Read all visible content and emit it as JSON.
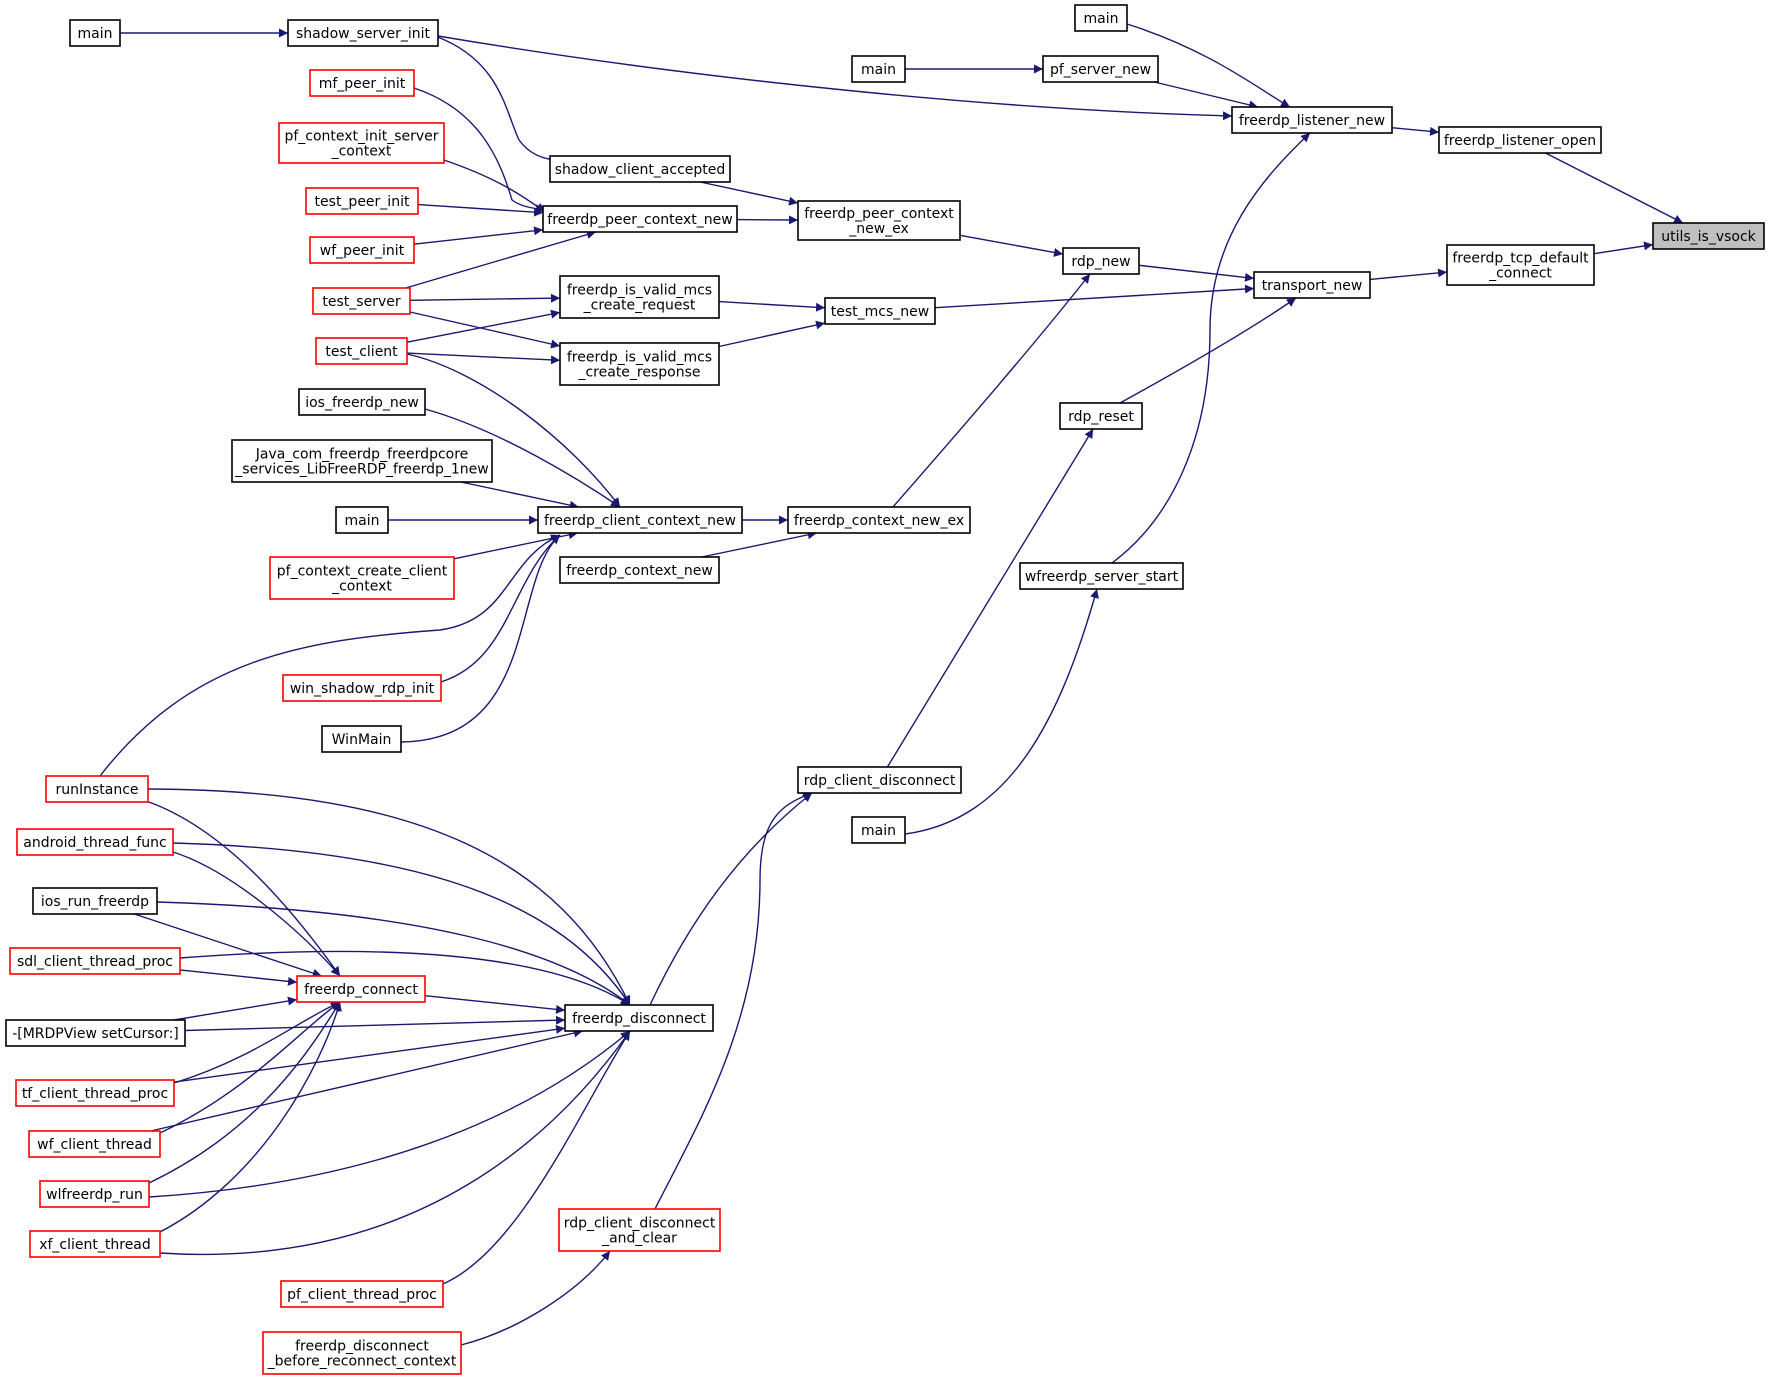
{
  "colors": {
    "edge": "#191970",
    "border_default": "#000000",
    "border_truncated": "#ff0000",
    "fill_default": "#ffffff",
    "fill_root": "#bfbfbf",
    "text": "#000000"
  },
  "nodes": [
    {
      "id": "main_a",
      "lines": [
        "main"
      ],
      "style": "black"
    },
    {
      "id": "shadow_server_init",
      "lines": [
        "shadow_server_init"
      ],
      "style": "black"
    },
    {
      "id": "mf_peer_init",
      "lines": [
        "mf_peer_init"
      ],
      "style": "red"
    },
    {
      "id": "pf_context_init_server_context",
      "lines": [
        "pf_context_init_server",
        "_context"
      ],
      "style": "red"
    },
    {
      "id": "test_peer_init",
      "lines": [
        "test_peer_init"
      ],
      "style": "red"
    },
    {
      "id": "wf_peer_init",
      "lines": [
        "wf_peer_init"
      ],
      "style": "red"
    },
    {
      "id": "test_server",
      "lines": [
        "test_server"
      ],
      "style": "red"
    },
    {
      "id": "test_client",
      "lines": [
        "test_client"
      ],
      "style": "red"
    },
    {
      "id": "ios_freerdp_new",
      "lines": [
        "ios_freerdp_new"
      ],
      "style": "black"
    },
    {
      "id": "java_new",
      "lines": [
        "Java_com_freerdp_freerdpcore",
        "_services_LibFreeRDP_freerdp_1new"
      ],
      "style": "black"
    },
    {
      "id": "main_b",
      "lines": [
        "main"
      ],
      "style": "black"
    },
    {
      "id": "pf_context_create_client_context",
      "lines": [
        "pf_context_create_client",
        "_context"
      ],
      "style": "red"
    },
    {
      "id": "win_shadow_rdp_init",
      "lines": [
        "win_shadow_rdp_init"
      ],
      "style": "red"
    },
    {
      "id": "winmain",
      "lines": [
        "WinMain"
      ],
      "style": "black"
    },
    {
      "id": "runinstance",
      "lines": [
        "runInstance"
      ],
      "style": "red"
    },
    {
      "id": "android_thread_func",
      "lines": [
        "android_thread_func"
      ],
      "style": "red"
    },
    {
      "id": "ios_run_freerdp",
      "lines": [
        "ios_run_freerdp"
      ],
      "style": "black"
    },
    {
      "id": "sdl_client_thread_proc",
      "lines": [
        "sdl_client_thread_proc"
      ],
      "style": "red"
    },
    {
      "id": "mrdpview_setcursor",
      "lines": [
        "-[MRDPView setCursor:]"
      ],
      "style": "black"
    },
    {
      "id": "tf_client_thread_proc",
      "lines": [
        "tf_client_thread_proc"
      ],
      "style": "red"
    },
    {
      "id": "wf_client_thread",
      "lines": [
        "wf_client_thread"
      ],
      "style": "red"
    },
    {
      "id": "wlfreerdp_run",
      "lines": [
        "wlfreerdp_run"
      ],
      "style": "red"
    },
    {
      "id": "xf_client_thread",
      "lines": [
        "xf_client_thread"
      ],
      "style": "red"
    },
    {
      "id": "pf_client_thread_proc",
      "lines": [
        "pf_client_thread_proc"
      ],
      "style": "red"
    },
    {
      "id": "freerdp_disconnect_before_reconnect_context",
      "lines": [
        "freerdp_disconnect",
        "_before_reconnect_context"
      ],
      "style": "red"
    },
    {
      "id": "freerdp_connect",
      "lines": [
        "freerdp_connect"
      ],
      "style": "red"
    },
    {
      "id": "shadow_client_accepted",
      "lines": [
        "shadow_client_accepted"
      ],
      "style": "black"
    },
    {
      "id": "freerdp_peer_context_new",
      "lines": [
        "freerdp_peer_context_new"
      ],
      "style": "black"
    },
    {
      "id": "freerdp_is_valid_mcs_create_request",
      "lines": [
        "freerdp_is_valid_mcs",
        "_create_request"
      ],
      "style": "black"
    },
    {
      "id": "freerdp_is_valid_mcs_create_response",
      "lines": [
        "freerdp_is_valid_mcs",
        "_create_response"
      ],
      "style": "black"
    },
    {
      "id": "freerdp_client_context_new",
      "lines": [
        "freerdp_client_context_new"
      ],
      "style": "black"
    },
    {
      "id": "freerdp_context_new",
      "lines": [
        "freerdp_context_new"
      ],
      "style": "black"
    },
    {
      "id": "freerdp_disconnect",
      "lines": [
        "freerdp_disconnect"
      ],
      "style": "black"
    },
    {
      "id": "rdp_client_disconnect_and_clear",
      "lines": [
        "rdp_client_disconnect",
        "_and_clear"
      ],
      "style": "red"
    },
    {
      "id": "main_c",
      "lines": [
        "main"
      ],
      "style": "black"
    },
    {
      "id": "freerdp_peer_context_new_ex",
      "lines": [
        "freerdp_peer_context",
        "_new_ex"
      ],
      "style": "black"
    },
    {
      "id": "test_mcs_new",
      "lines": [
        "test_mcs_new"
      ],
      "style": "black"
    },
    {
      "id": "freerdp_context_new_ex",
      "lines": [
        "freerdp_context_new_ex"
      ],
      "style": "black"
    },
    {
      "id": "rdp_client_disconnect",
      "lines": [
        "rdp_client_disconnect"
      ],
      "style": "black"
    },
    {
      "id": "main_d",
      "lines": [
        "main"
      ],
      "style": "black"
    },
    {
      "id": "main_e",
      "lines": [
        "main"
      ],
      "style": "black"
    },
    {
      "id": "pf_server_new",
      "lines": [
        "pf_server_new"
      ],
      "style": "black"
    },
    {
      "id": "rdp_new",
      "lines": [
        "rdp_new"
      ],
      "style": "black"
    },
    {
      "id": "rdp_reset",
      "lines": [
        "rdp_reset"
      ],
      "style": "black"
    },
    {
      "id": "wfreerdp_server_start",
      "lines": [
        "wfreerdp_server_start"
      ],
      "style": "black"
    },
    {
      "id": "freerdp_listener_new",
      "lines": [
        "freerdp_listener_new"
      ],
      "style": "black"
    },
    {
      "id": "transport_new",
      "lines": [
        "transport_new"
      ],
      "style": "black"
    },
    {
      "id": "freerdp_listener_open",
      "lines": [
        "freerdp_listener_open"
      ],
      "style": "black"
    },
    {
      "id": "freerdp_tcp_default_connect",
      "lines": [
        "freerdp_tcp_default",
        "_connect"
      ],
      "style": "black"
    },
    {
      "id": "utils_is_vsock",
      "lines": [
        "utils_is_vsock"
      ],
      "style": "root"
    }
  ],
  "edges": [
    [
      "main_a",
      "shadow_server_init"
    ],
    [
      "shadow_server_init",
      "shadow_client_accepted"
    ],
    [
      "shadow_server_init",
      "freerdp_listener_new"
    ],
    [
      "mf_peer_init",
      "freerdp_peer_context_new"
    ],
    [
      "pf_context_init_server_context",
      "freerdp_peer_context_new"
    ],
    [
      "test_peer_init",
      "freerdp_peer_context_new"
    ],
    [
      "wf_peer_init",
      "freerdp_peer_context_new"
    ],
    [
      "test_server",
      "freerdp_peer_context_new"
    ],
    [
      "test_server",
      "freerdp_is_valid_mcs_create_request"
    ],
    [
      "test_server",
      "freerdp_is_valid_mcs_create_response"
    ],
    [
      "test_client",
      "freerdp_is_valid_mcs_create_request"
    ],
    [
      "test_client",
      "freerdp_is_valid_mcs_create_response"
    ],
    [
      "test_client",
      "freerdp_client_context_new"
    ],
    [
      "ios_freerdp_new",
      "freerdp_client_context_new"
    ],
    [
      "java_new",
      "freerdp_client_context_new"
    ],
    [
      "main_b",
      "freerdp_client_context_new"
    ],
    [
      "pf_context_create_client_context",
      "freerdp_client_context_new"
    ],
    [
      "runinstance",
      "freerdp_client_context_new"
    ],
    [
      "win_shadow_rdp_init",
      "freerdp_client_context_new"
    ],
    [
      "winmain",
      "freerdp_client_context_new"
    ],
    [
      "runinstance",
      "freerdp_connect"
    ],
    [
      "runinstance",
      "freerdp_disconnect"
    ],
    [
      "android_thread_func",
      "freerdp_connect"
    ],
    [
      "android_thread_func",
      "freerdp_disconnect"
    ],
    [
      "ios_run_freerdp",
      "freerdp_connect"
    ],
    [
      "ios_run_freerdp",
      "freerdp_disconnect"
    ],
    [
      "sdl_client_thread_proc",
      "freerdp_connect"
    ],
    [
      "sdl_client_thread_proc",
      "freerdp_disconnect"
    ],
    [
      "mrdpview_setcursor",
      "freerdp_connect"
    ],
    [
      "mrdpview_setcursor",
      "freerdp_disconnect"
    ],
    [
      "tf_client_thread_proc",
      "freerdp_connect"
    ],
    [
      "tf_client_thread_proc",
      "freerdp_disconnect"
    ],
    [
      "wf_client_thread",
      "freerdp_connect"
    ],
    [
      "wf_client_thread",
      "freerdp_disconnect"
    ],
    [
      "wlfreerdp_run",
      "freerdp_connect"
    ],
    [
      "wlfreerdp_run",
      "freerdp_disconnect"
    ],
    [
      "xf_client_thread",
      "freerdp_connect"
    ],
    [
      "xf_client_thread",
      "freerdp_disconnect"
    ],
    [
      "freerdp_connect",
      "freerdp_disconnect"
    ],
    [
      "pf_client_thread_proc",
      "freerdp_disconnect"
    ],
    [
      "freerdp_disconnect_before_reconnect_context",
      "rdp_client_disconnect_and_clear"
    ],
    [
      "shadow_client_accepted",
      "freerdp_peer_context_new_ex"
    ],
    [
      "freerdp_peer_context_new",
      "freerdp_peer_context_new_ex"
    ],
    [
      "freerdp_is_valid_mcs_create_request",
      "test_mcs_new"
    ],
    [
      "freerdp_is_valid_mcs_create_response",
      "test_mcs_new"
    ],
    [
      "freerdp_client_context_new",
      "freerdp_context_new_ex"
    ],
    [
      "freerdp_context_new",
      "freerdp_context_new_ex"
    ],
    [
      "freerdp_disconnect",
      "rdp_client_disconnect"
    ],
    [
      "rdp_client_disconnect_and_clear",
      "rdp_client_disconnect"
    ],
    [
      "freerdp_peer_context_new_ex",
      "rdp_new"
    ],
    [
      "freerdp_context_new_ex",
      "rdp_new"
    ],
    [
      "test_mcs_new",
      "transport_new"
    ],
    [
      "rdp_client_disconnect",
      "rdp_reset"
    ],
    [
      "main_c",
      "wfreerdp_server_start"
    ],
    [
      "main_d",
      "freerdp_listener_new"
    ],
    [
      "main_e",
      "pf_server_new"
    ],
    [
      "pf_server_new",
      "freerdp_listener_new"
    ],
    [
      "wfreerdp_server_start",
      "freerdp_listener_new"
    ],
    [
      "rdp_new",
      "transport_new"
    ],
    [
      "rdp_reset",
      "transport_new"
    ],
    [
      "freerdp_listener_new",
      "freerdp_listener_open"
    ],
    [
      "transport_new",
      "freerdp_tcp_default_connect"
    ],
    [
      "freerdp_listener_open",
      "utils_is_vsock"
    ],
    [
      "freerdp_tcp_default_connect",
      "utils_is_vsock"
    ]
  ]
}
